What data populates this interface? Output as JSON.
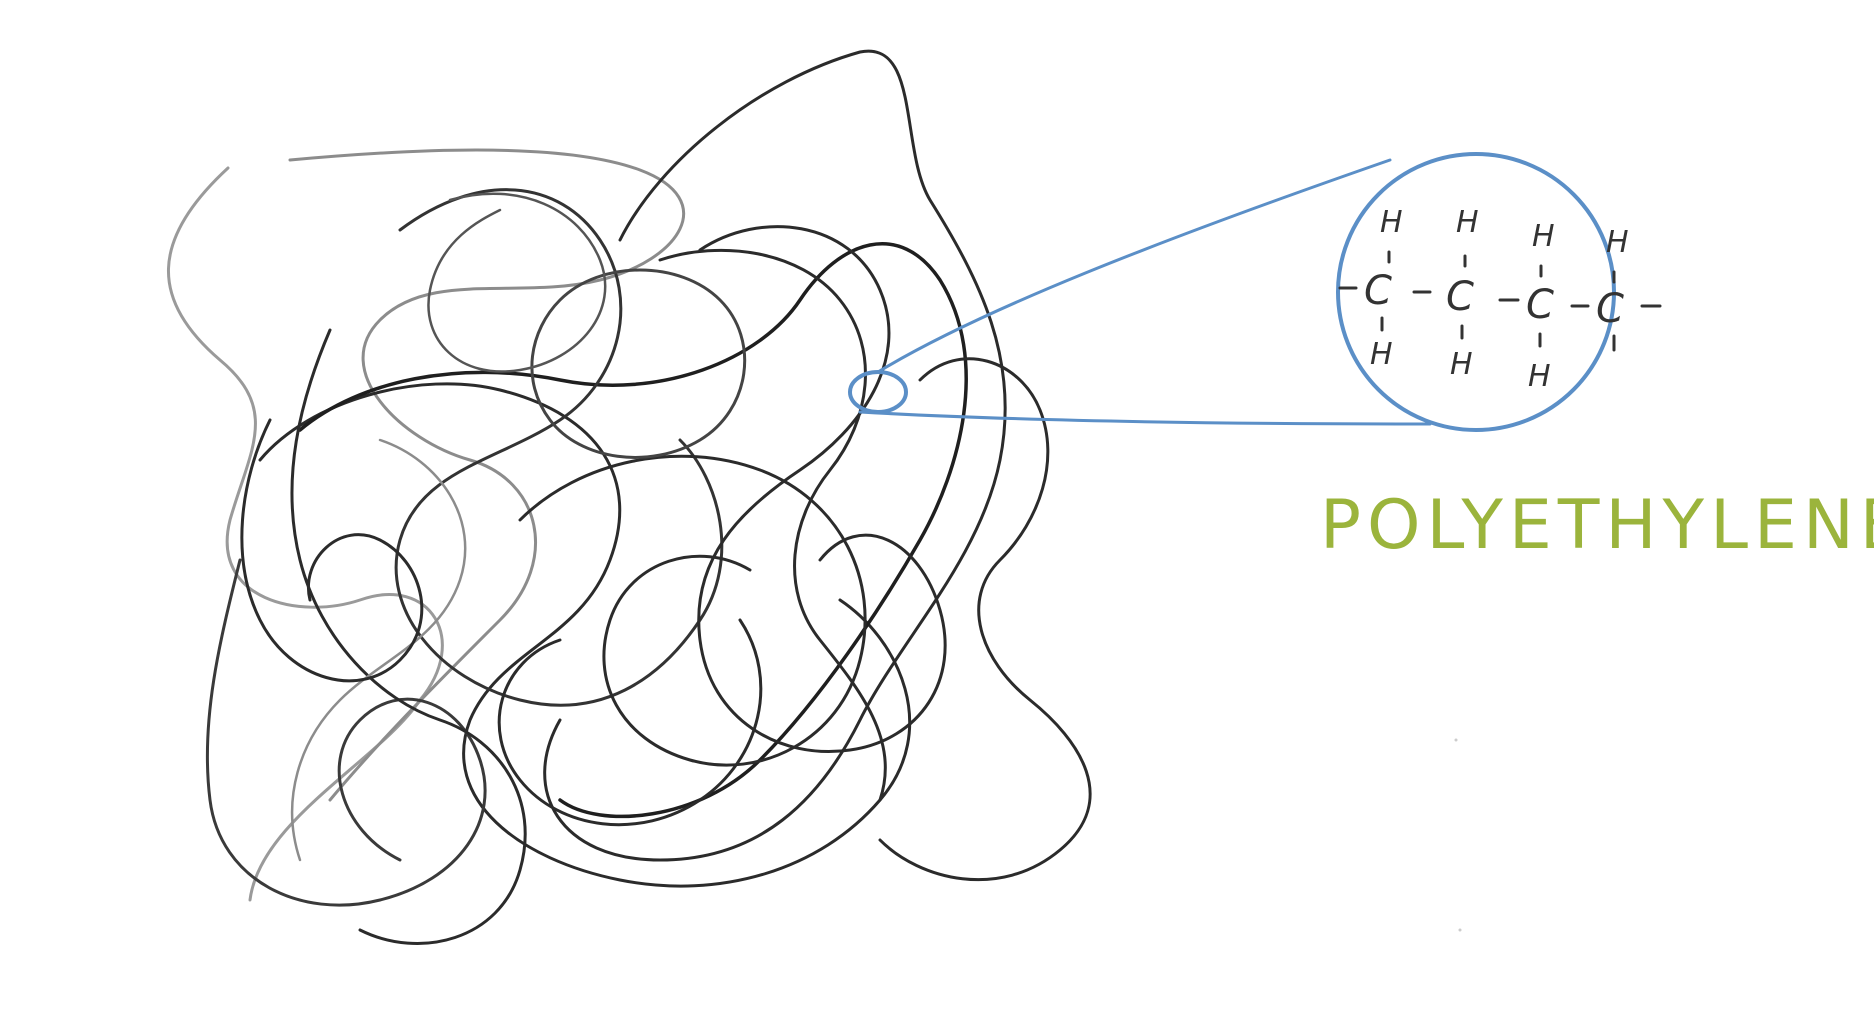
{
  "diagram": {
    "caption": "POLYETHYLENE",
    "molecule": {
      "carbon_atoms": [
        "C",
        "C",
        "C",
        "C"
      ],
      "top_hydrogens": [
        "H",
        "H",
        "H",
        "H"
      ],
      "bottom_hydrogens": [
        "H",
        "H",
        "H"
      ]
    },
    "colors": {
      "background": "#ffffff",
      "strand_dark": "#2b2b2b",
      "strand_light": "#9a9a9a",
      "zoom_blue": "#5b8fc7",
      "caption_green": "#9bb43c",
      "chem_text": "#333333"
    }
  }
}
